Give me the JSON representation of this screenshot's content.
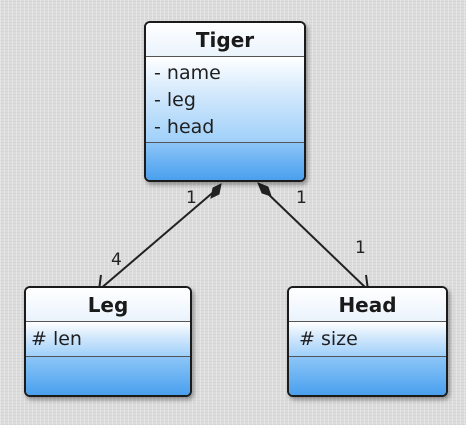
{
  "classes": {
    "tiger": {
      "name": "Tiger",
      "attributes": [
        "- name",
        "- leg",
        "- head"
      ]
    },
    "leg": {
      "name": "Leg",
      "attributes": [
        "# len"
      ]
    },
    "head": {
      "name": "Head",
      "attributes": [
        "# size"
      ]
    }
  },
  "associations": [
    {
      "from": "Tiger",
      "to": "Leg",
      "type": "composition",
      "source_multiplicity": "1",
      "target_multiplicity": "4"
    },
    {
      "from": "Tiger",
      "to": "Head",
      "type": "composition",
      "source_multiplicity": "1",
      "target_multiplicity": "1"
    }
  ]
}
